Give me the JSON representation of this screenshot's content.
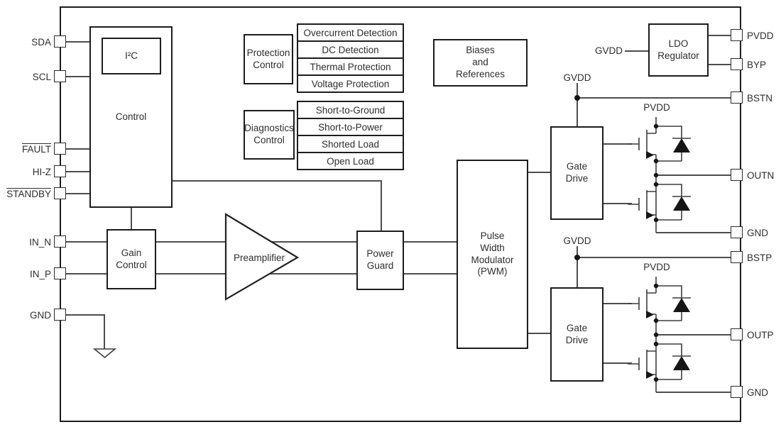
{
  "pins": {
    "left": [
      {
        "label": "SDA",
        "active_low": false
      },
      {
        "label": "SCL",
        "active_low": false
      },
      {
        "label": "FAULT",
        "active_low": true
      },
      {
        "label": "HI-Z",
        "active_low": false
      },
      {
        "label": "STANDBY",
        "active_low": true
      },
      {
        "label": "IN_N",
        "active_low": false
      },
      {
        "label": "IN_P",
        "active_low": false
      },
      {
        "label": "GND",
        "active_low": false
      }
    ],
    "right": [
      {
        "label": "PVDD",
        "active_low": false
      },
      {
        "label": "BYP",
        "active_low": false
      },
      {
        "label": "BSTN",
        "active_low": false
      },
      {
        "label": "OUTN",
        "active_low": false
      },
      {
        "label": "GND",
        "active_low": false
      },
      {
        "label": "BSTP",
        "active_low": false
      },
      {
        "label": "OUTP",
        "active_low": false
      },
      {
        "label": "GND",
        "active_low": false
      }
    ]
  },
  "blocks": {
    "control": "Control",
    "i2c": "I²C",
    "gain_control": "Gain\nControl",
    "preamplifier": "Preamplifier",
    "power_guard": "Power\nGuard",
    "pwm": "Pulse\nWidth\nModulator\n(PWM)",
    "gate_drive": "Gate\nDrive",
    "ldo": "LDO\nRegulator",
    "biases": "Biases\nand\nReferences",
    "protection_control": "Protection\nControl",
    "diagnostics_control": "Diagnostics\nControl"
  },
  "protection_items": [
    "Overcurrent Detection",
    "DC Detection",
    "Thermal Protection",
    "Voltage Protection"
  ],
  "diagnostics_items": [
    "Short-to-Ground",
    "Short-to-Power",
    "Shorted Load",
    "Open Load"
  ],
  "net_labels": {
    "gvdd": "GVDD",
    "pvdd": "PVDD"
  },
  "colors": {
    "line": "#4d4d4d",
    "border": "#1c1c1c",
    "text": "#2e2e2e",
    "background": "#ffffff"
  }
}
